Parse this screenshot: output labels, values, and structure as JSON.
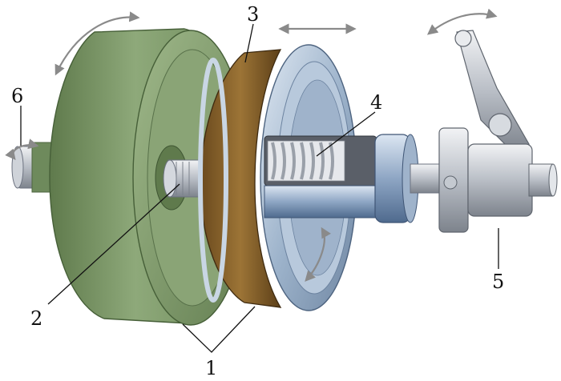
{
  "labels": [
    {
      "id": "1",
      "text": "1",
      "part": "driven-disc-assembly"
    },
    {
      "id": "2",
      "text": "2",
      "part": "splined-shaft"
    },
    {
      "id": "3",
      "text": "3",
      "part": "friction-lining"
    },
    {
      "id": "4",
      "text": "4",
      "part": "pressure-spring"
    },
    {
      "id": "5",
      "text": "5",
      "part": "release-fork"
    },
    {
      "id": "6",
      "text": "6",
      "part": "flywheel-shaft"
    }
  ],
  "colors": {
    "flywheel": "#7f9a6a",
    "flywheel_dark": "#5d774c",
    "friction_lining": "#7a5a2a",
    "pressure_plate": "#9fb4cc",
    "steel": "#c8ccd2",
    "arrow": "#8a8a8a"
  }
}
